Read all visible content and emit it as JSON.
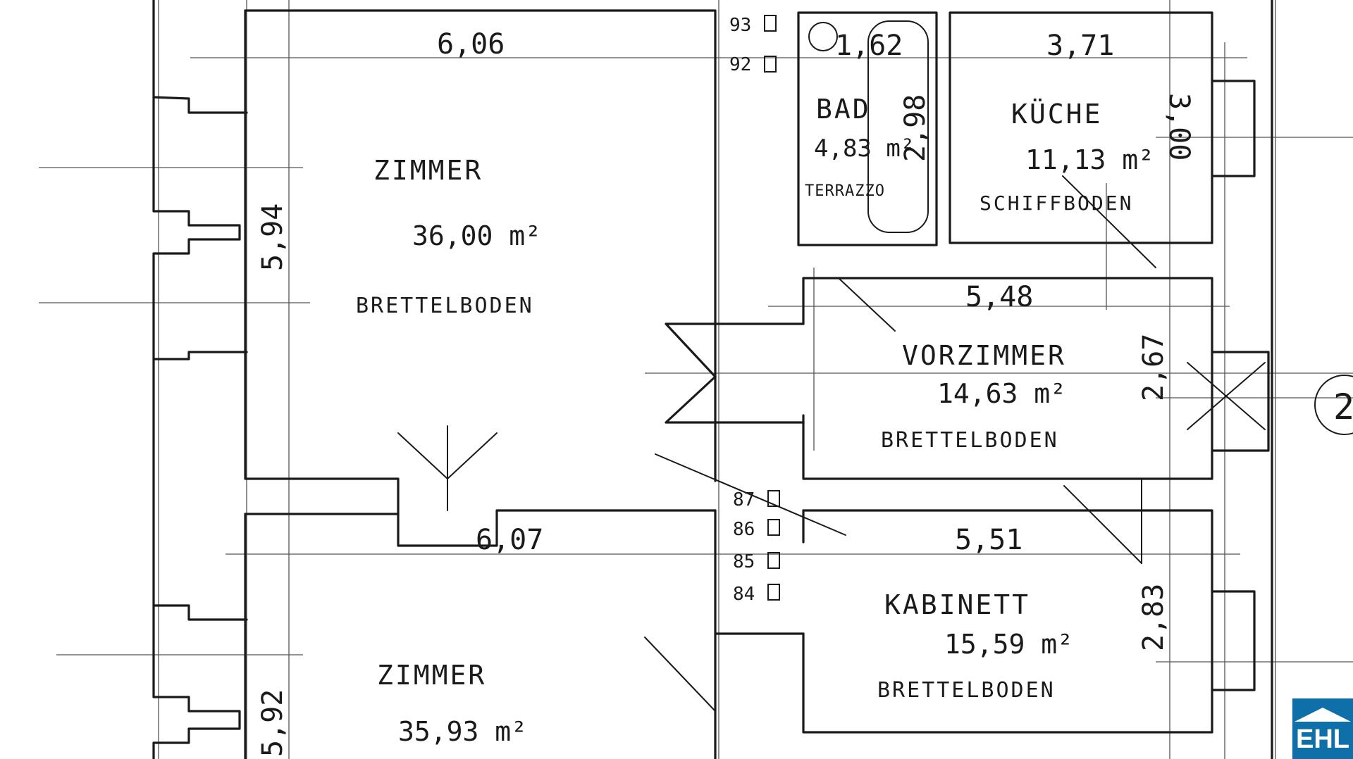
{
  "rooms": [
    {
      "name": "ZIMMER",
      "area": "36,00 m²",
      "floor": "BRETTELBODEN"
    },
    {
      "name": "BAD",
      "area": "4,83 m²",
      "floor": "TERRAZZO"
    },
    {
      "name": "KÜCHE",
      "area": "11,13 m²",
      "floor": "SCHIFFBODEN"
    },
    {
      "name": "VORZIMMER",
      "area": "14,63 m²",
      "floor": "BRETTELBODEN"
    },
    {
      "name": "KABINETT",
      "area": "15,59 m²",
      "floor": "BRETTELBODEN"
    },
    {
      "name": "ZIMMER",
      "area": "35,93 m²"
    }
  ],
  "dimensions": [
    "6,06",
    "5,94",
    "1,62",
    "2,98",
    "3,71",
    "3,00",
    "5,48",
    "2,67",
    "6,07",
    "5,51",
    "2,83",
    "5,92"
  ],
  "chimney_tags": [
    "93",
    "92",
    "87",
    "86",
    "85",
    "84"
  ],
  "edge_marker": "2",
  "logo": "EHL",
  "colors": {
    "ink": "#1a1a1a",
    "logo_bg": "#0f6fa8"
  }
}
